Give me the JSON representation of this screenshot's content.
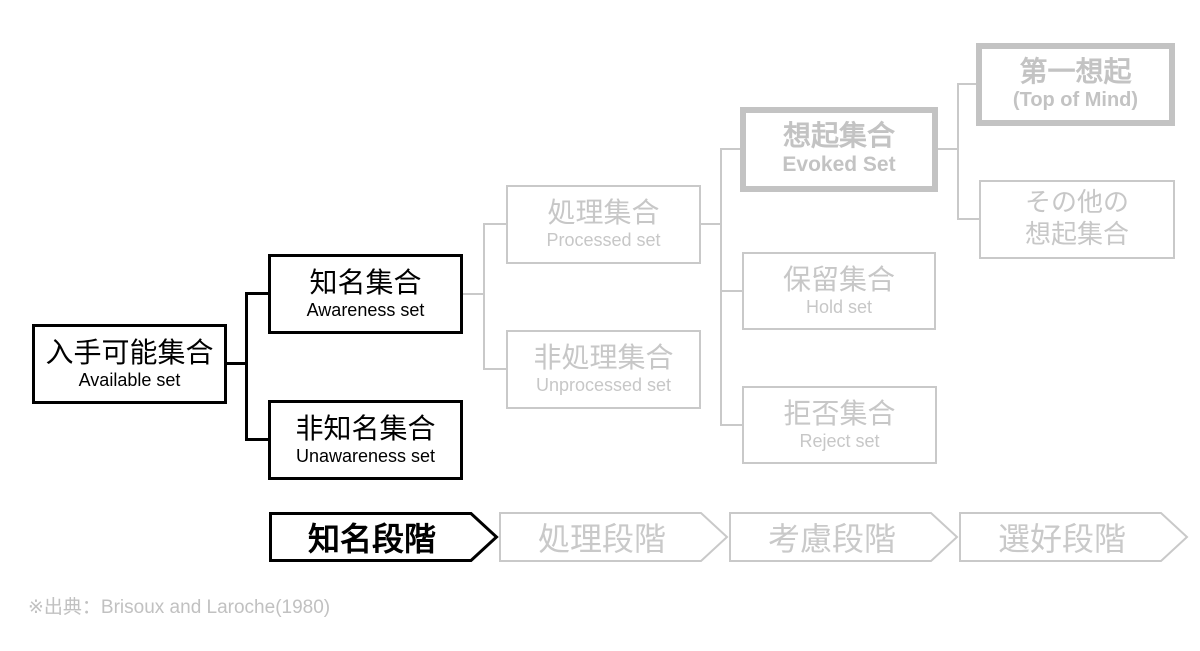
{
  "boxes": {
    "available": {
      "title": "入手可能集合",
      "subtitle": "Available set"
    },
    "awareness": {
      "title": "知名集合",
      "subtitle": "Awareness set"
    },
    "unawareness": {
      "title": "非知名集合",
      "subtitle": "Unawareness set"
    },
    "processed": {
      "title": "処理集合",
      "subtitle": "Processed set"
    },
    "unprocessed": {
      "title": "非処理集合",
      "subtitle": "Unprocessed set"
    },
    "evoked": {
      "title": "想起集合",
      "subtitle": "Evoked Set"
    },
    "hold": {
      "title": "保留集合",
      "subtitle": "Hold set"
    },
    "reject": {
      "title": "拒否集合",
      "subtitle": "Reject set"
    },
    "top_of_mind": {
      "title": "第一想起",
      "subtitle": "(Top of Mind)"
    },
    "other_evoked": {
      "title": "その他の",
      "subtitle": "想起集合"
    }
  },
  "stages": {
    "awareness": {
      "label": "知名段階",
      "state": "active"
    },
    "processing": {
      "label": "処理段階",
      "state": "inactive"
    },
    "consideration": {
      "label": "考慮段階",
      "state": "inactive"
    },
    "preference": {
      "label": "選好段階",
      "state": "inactive"
    }
  },
  "citation": {
    "text": "※出典：Brisoux and Laroche(1980)"
  },
  "colors": {
    "active": "#000000",
    "inactive_line": "#c9c9c9",
    "inactive_text": "#c7c7c7",
    "inactive_bold": "#c3c3c3",
    "background": "#ffffff"
  }
}
